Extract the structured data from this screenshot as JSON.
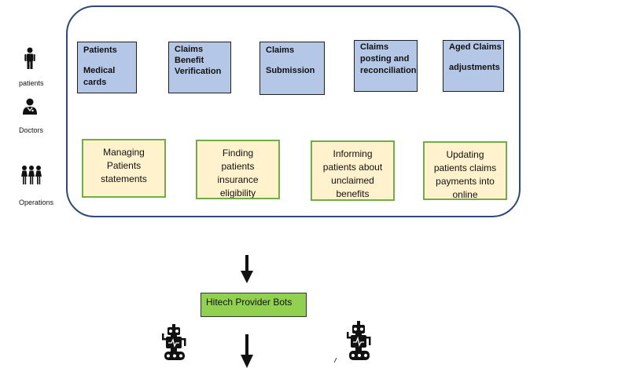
{
  "actors": [
    {
      "label": "patients",
      "icon": "person-icon"
    },
    {
      "label": "Doctors",
      "icon": "doctor-icon"
    },
    {
      "label": "Operations",
      "icon": "group-icon"
    }
  ],
  "processes": [
    {
      "lines": [
        "Patients",
        "",
        "Medical",
        "cards"
      ]
    },
    {
      "lines": [
        "Claims",
        "Benefit",
        "Verification"
      ]
    },
    {
      "lines": [
        "Claims",
        "",
        "Submission"
      ]
    },
    {
      "lines": [
        "Claims",
        "posting and",
        "reconciliation"
      ]
    },
    {
      "lines": [
        "Aged Claims",
        "",
        "adjustments"
      ]
    }
  ],
  "tasks": [
    {
      "lines": [
        "Managing",
        "Patients",
        "statements"
      ]
    },
    {
      "lines": [
        "Finding",
        "patients",
        "insurance",
        "eligibility"
      ]
    },
    {
      "lines": [
        "Informing",
        "patients about",
        "unclaimed",
        "benefits"
      ]
    },
    {
      "lines": [
        "Updating",
        "patients claims",
        "payments into",
        "online"
      ]
    }
  ],
  "bots_label": "Hitech Provider Bots",
  "colors": {
    "process_fill": "#B4C7E7",
    "task_fill": "#FFF2CC",
    "task_border": "#70AD47",
    "bots_fill": "#92D050",
    "frame_border": "#2F4A7A"
  }
}
